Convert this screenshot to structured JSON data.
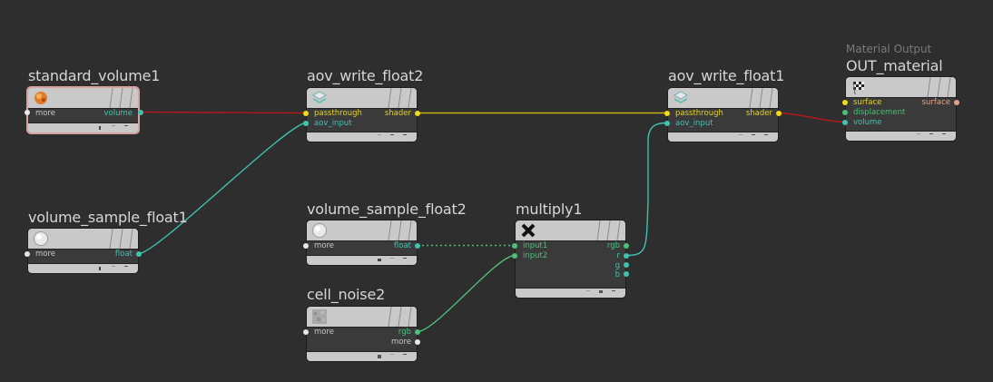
{
  "colors": {
    "background": "#2e2e2e",
    "wire_red": "#b3161c",
    "wire_yellow": "#c7b21a",
    "wire_teal": "#3ec3b0",
    "wire_green": "#4cc07a",
    "port_white": "#e8e8e8",
    "port_yellow": "#f0dc10",
    "port_teal": "#3ec3b0",
    "port_green": "#4cc07a",
    "port_salmon": "#e3a38c",
    "selected_border": "#d5a1a1"
  },
  "nodes": [
    {
      "id": "standard_volume1",
      "title": "standard_volume1",
      "icon": "volume-shader-icon",
      "selected": true,
      "inputs": [
        {
          "label": "more",
          "color": "white"
        }
      ],
      "outputs": [
        {
          "label": "volume",
          "color": "teal"
        }
      ]
    },
    {
      "id": "aov_write_float2",
      "title": "aov_write_float2",
      "icon": "aov-layers-icon",
      "inputs": [
        {
          "label": "passthrough",
          "color": "yellow"
        },
        {
          "label": "aov_input",
          "color": "teal"
        }
      ],
      "outputs": [
        {
          "label": "shader",
          "color": "yellow"
        }
      ]
    },
    {
      "id": "aov_write_float1",
      "title": "aov_write_float1",
      "icon": "aov-layers-icon",
      "inputs": [
        {
          "label": "passthrough",
          "color": "yellow"
        },
        {
          "label": "aov_input",
          "color": "teal"
        }
      ],
      "outputs": [
        {
          "label": "shader",
          "color": "yellow"
        }
      ]
    },
    {
      "id": "OUT_material",
      "title": "OUT_material",
      "subtitle": "Material Output",
      "icon": "checkered-flag-icon",
      "inputs": [
        {
          "label": "surface",
          "color": "yellow"
        },
        {
          "label": "displacement",
          "color": "green"
        },
        {
          "label": "volume",
          "color": "teal"
        }
      ],
      "outputs": [
        {
          "label": "surface",
          "color": "salmon"
        }
      ]
    },
    {
      "id": "volume_sample_float1",
      "title": "volume_sample_float1",
      "icon": "cloud-sphere-icon",
      "inputs": [
        {
          "label": "more",
          "color": "white"
        }
      ],
      "outputs": [
        {
          "label": "float",
          "color": "teal"
        }
      ]
    },
    {
      "id": "volume_sample_float2",
      "title": "volume_sample_float2",
      "icon": "cloud-sphere-icon",
      "inputs": [
        {
          "label": "more",
          "color": "white"
        }
      ],
      "outputs": [
        {
          "label": "float",
          "color": "teal"
        }
      ]
    },
    {
      "id": "multiply1",
      "title": "multiply1",
      "icon": "multiply-x-icon",
      "inputs": [
        {
          "label": "input1",
          "color": "green"
        },
        {
          "label": "input2",
          "color": "green"
        }
      ],
      "outputs": [
        {
          "label": "rgb",
          "color": "green"
        },
        {
          "label": "r",
          "color": "teal"
        },
        {
          "label": "g",
          "color": "teal"
        },
        {
          "label": "b",
          "color": "teal"
        }
      ]
    },
    {
      "id": "cell_noise2",
      "title": "cell_noise2",
      "icon": "noise-texture-icon",
      "inputs": [
        {
          "label": "more",
          "color": "white"
        }
      ],
      "outputs": [
        {
          "label": "rgb",
          "color": "green"
        },
        {
          "label": "more",
          "color": "white"
        }
      ]
    }
  ],
  "connections": [
    {
      "from": "standard_volume1.volume",
      "to": "aov_write_float2.passthrough",
      "color": "red"
    },
    {
      "from": "volume_sample_float1.float",
      "to": "aov_write_float2.aov_input",
      "color": "teal"
    },
    {
      "from": "aov_write_float2.shader",
      "to": "aov_write_float1.passthrough",
      "color": "yellow"
    },
    {
      "from": "aov_write_float1.shader",
      "to": "OUT_material.volume",
      "color": "red"
    },
    {
      "from": "volume_sample_float2.float",
      "to": "multiply1.input1",
      "color": "green",
      "style": "dotted"
    },
    {
      "from": "cell_noise2.rgb",
      "to": "multiply1.input2",
      "color": "green"
    },
    {
      "from": "multiply1.r",
      "to": "aov_write_float1.aov_input",
      "color": "teal"
    }
  ]
}
